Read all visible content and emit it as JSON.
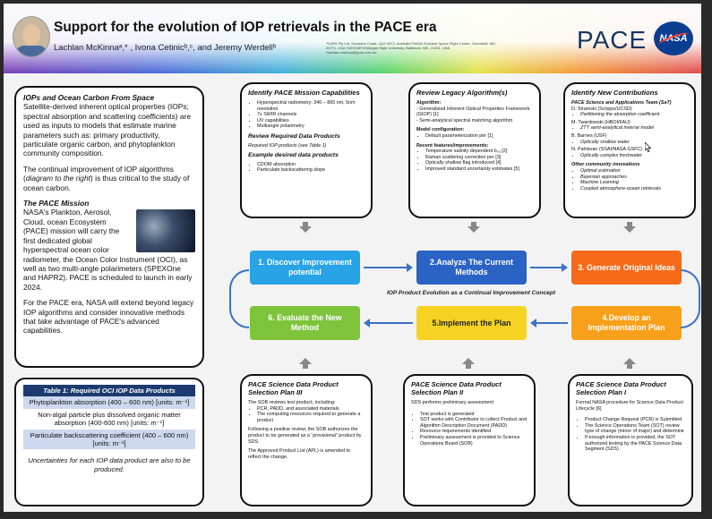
{
  "header": {
    "title": "Support for the evolution of IOP retrievals in the PACE era",
    "authors": "Lachlan McKinnaᵃ,* , Ivona Cetinicᵇ,ᶜ, and Jeremy Werdellᵇ",
    "affiliations": "ᵃGoRS Pty Ltd, Sunshine Coast, QLD 4572, Australia ᵇNASA Goddard Space Flight Center, Greenbelt, MD, 20771, USA ᶜGESTAR II/Morgan State University, Baltimore, MD, 21251, USA *lachlan.mckinna@gors.com.au",
    "pace_logo": "PACE",
    "nasa_logo": "NASA"
  },
  "left": {
    "heading": "IOPs and Ocean Carbon From Space",
    "para1": "Satellite-derived inherent optical properties (IOPs; spectral absorption and scattering coefficients) are used as inputs to models that estimate marine parameters such as: primary productivity, particulate organic carbon, and phytoplankton community composition.",
    "para2a": "The continual improvement of IOP algorithms (",
    "para2b": "diagram to the right",
    "para2c": ") is thus critical to the study of ocean carbon.",
    "mission_heading": "The PACE Mission",
    "para3": "NASA's Plankton, Aerosol, Cloud, ocean Ecosystem (PACE) mission will carry the first dedicated global hyperspectral ocean color radiometer, the Ocean Color Instrument (OCI), as well as two multi-angle polarimeters (SPEXOne and HAPR2). PACE is scheduled to launch in early 2024.",
    "para4": "For the PACE era, NASA will extend beyond legacy IOP algorithms and consider innovative methods that take advantage of PACE's advanced capabilities."
  },
  "table": {
    "title": "Table 1: Required OCI IOP Data Products",
    "rows": [
      "Phytoplankton absorption (400 – 600 nm) [units: m⁻¹]",
      "Non-algal particle plus dissolved organic matter absorption (400-600 nm) [units: m⁻¹]",
      "Particulate backscattering coefficient (400 – 600 nm) [units: m⁻¹]"
    ],
    "note": "Uncertainties for each IOP data product are also to be produced."
  },
  "top1": {
    "heading": "Identify PACE Mission Capabilities",
    "items": [
      "Hyperspectral radiometry: 340 – 865 nm, 5nm resolution",
      "7x SWIR channels",
      "UV capabilities",
      "Multiangle polarimetry"
    ],
    "sub1": "Review Required Data Products",
    "sub1_text": "Required IOP products (see Table 1)",
    "sub2": "Example desired data products",
    "sub2_items": [
      "CDOM absorption",
      "Particulate backscattering slope"
    ]
  },
  "top2": {
    "heading": "Review Legacy Algorithm(s)",
    "alg_label": "Algorithm:",
    "alg_items": [
      "- Generalized Inherent Optical Properties Framework (GIOP) [1]",
      "- Semi-analytical spectral matching algorithm"
    ],
    "config_label": "Model configuration:",
    "config_items": [
      "Default parameterization per [1]"
    ],
    "recent_label": "Recent features/improvements:",
    "recent_items": [
      "Temperature salinity dependent bₛᵤ [2]",
      "Raman scattering correction per [3]",
      "Optically shallow flag introduced [4]",
      "Improved standard uncertainty estimates [5]"
    ]
  },
  "top3": {
    "heading": "Identify New Contributions",
    "team_label": "PACE Science and Applications Team (SaT)",
    "team": [
      {
        "name": "D. Stramski (Scripps/UCSD)",
        "topic": "Partitioning the absorption coefficient"
      },
      {
        "name": "M. Twardowski (HBOI/FAU)",
        "topic": "ZTT semi-analytical inverse model"
      },
      {
        "name": "B. Barnes (USF)",
        "topic": "Optically shallow water"
      },
      {
        "name": "N. Pahlavan (SSAI/NASA GSFC)",
        "topic": "Optically complex freshwater"
      }
    ],
    "other_label": "Other community innovations",
    "other_items": [
      "Optimal estimation",
      "Bayesian approaches",
      "Machine Learning",
      "Coupled atmosphere-ocean retrievals"
    ]
  },
  "cycle": {
    "label": "IOP Product Evolution as a Continual Improvement Concept",
    "steps": [
      "1. Discover Improvement potential",
      "2.Analyze The Current Methods",
      "3. Generate Original Ideas",
      "4.Develop an Implementation Plan",
      "5.Implement the Plan",
      "6. Evaluate the New Method"
    ]
  },
  "bot1": {
    "heading": "PACE Science Data Product Selection Plan III",
    "intro": "The SOB reviews test product, including:",
    "items": [
      "PCR, PADD, and associated materials",
      "The computing resources required to generate a product"
    ],
    "para2": "Following a positive review, the SOB authorizes the product to be generated as a “provisional” product by SDS.",
    "para3": "The Approved Product List (APL) is amended to reflect the change."
  },
  "bot2": {
    "heading": "PACE Science Data Product Selection Plan II",
    "intro": "SDS performs preliminary assessment",
    "items": [
      "Test product is generated",
      "SOT works with Contributor to collect Product and Algorithm Description Document (PADD)",
      "Resource requirements identified",
      "Preliminary assessment is provided to Science Operations Board (SOB)"
    ]
  },
  "bot3": {
    "heading": "PACE Science Data Product Selection Plan I",
    "intro": "Formal NASA procedure for Science Data Product Lifecycle [6]",
    "items": [
      "Product Change Request (PCR) is Submitted",
      "The Science Operations Team (SOT) review type of change (minor of major) and determine",
      "If enough information is provided, the SOT authorized testing by the PACE Science Data Segment (SDS)"
    ]
  },
  "colors": {
    "step1": "#27a3e6",
    "step2": "#2b63c4",
    "step3": "#f56a1a",
    "step4": "#f8a01a",
    "step5": "#f6d322",
    "step6": "#7dc43b",
    "table_header": "#1c3a70",
    "arrow": "#3a72c8"
  }
}
